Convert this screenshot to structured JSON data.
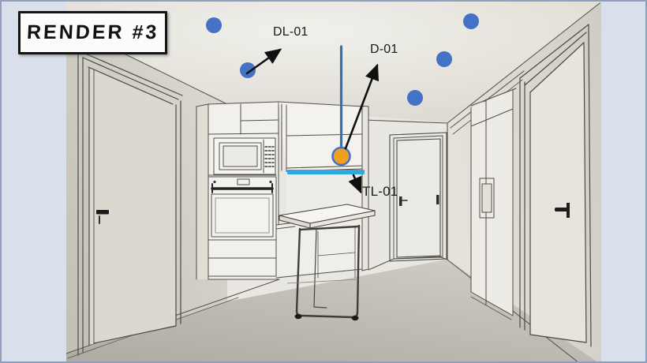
{
  "slide": {
    "title": "RENDER #3",
    "background_color": "#d9e0ec",
    "border_color": "#90a0bc"
  },
  "annotations": {
    "ink_color": "#151515",
    "downlight": {
      "label": "DL-01",
      "marker_count": 5,
      "marker_color": "#4472c4"
    },
    "pendant": {
      "label": "D-01",
      "marker_count": 1,
      "marker_color": "#f0a01e",
      "cord_color": "#2e72b8"
    },
    "task_light": {
      "label": "TL-01",
      "marker_count": 1,
      "marker_color": "#2fa8e0"
    }
  }
}
